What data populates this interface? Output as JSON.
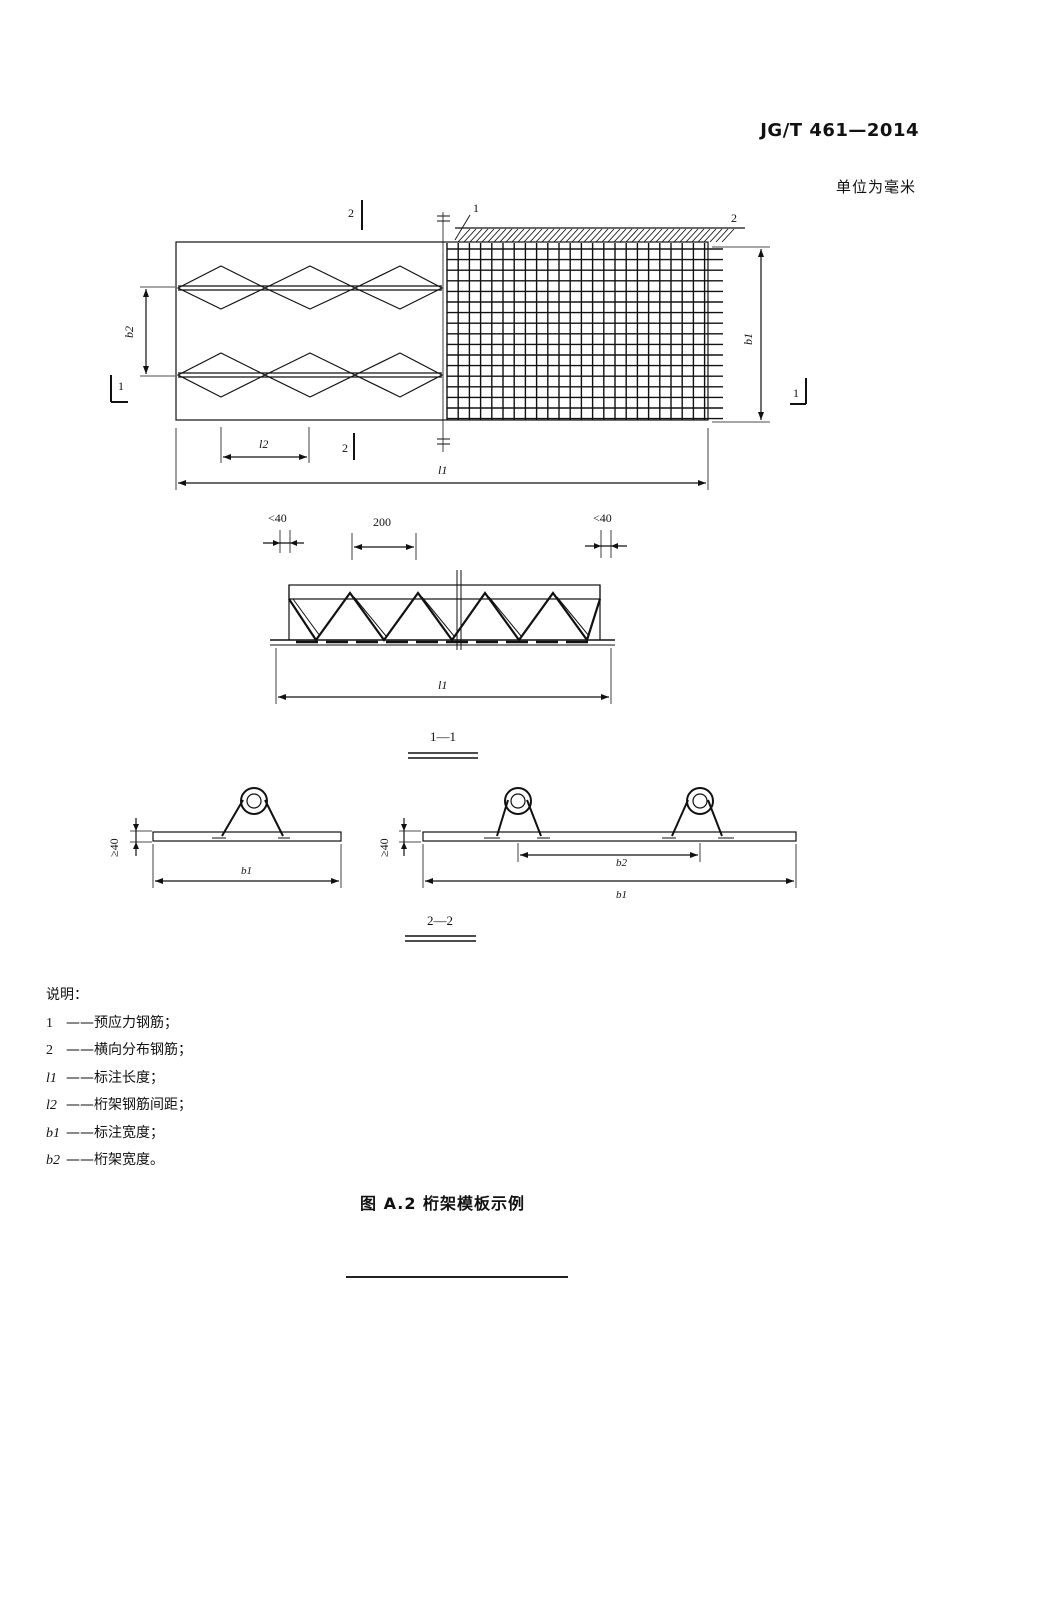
{
  "header": {
    "standard_code": "JG/T 461—2014",
    "unit_note": "单位为毫米"
  },
  "plan_view": {
    "section_marks": [
      "2",
      "1",
      "2",
      "1",
      "1",
      "2"
    ],
    "dims": {
      "b2": "b2",
      "b1": "b1",
      "l2": "l2",
      "l1": "l1"
    }
  },
  "section_1_1": {
    "dim_left": "<40",
    "dim_mid": "200",
    "dim_right": "<40",
    "dim_l1": "l1",
    "title": "1—1"
  },
  "section_2_2": {
    "dim_h_left": "≥40",
    "dim_h_right": "≥40",
    "dim_b1_left": "b1",
    "dim_b2_right": "b2",
    "dim_b1_right": "b1",
    "title": "2—2"
  },
  "legend": {
    "title": "说明：",
    "items": [
      {
        "sym": "1",
        "text": "预应力钢筋；"
      },
      {
        "sym": "2",
        "text": "横向分布钢筋；"
      },
      {
        "sym": "l1",
        "text": "标注长度；"
      },
      {
        "sym": "l2",
        "text": "桁架钢筋间距；"
      },
      {
        "sym": "b1",
        "text": "标注宽度；"
      },
      {
        "sym": "b2",
        "text": "桁架宽度。"
      }
    ]
  },
  "figure": {
    "caption": "图 A.2   桁架模板示例"
  }
}
